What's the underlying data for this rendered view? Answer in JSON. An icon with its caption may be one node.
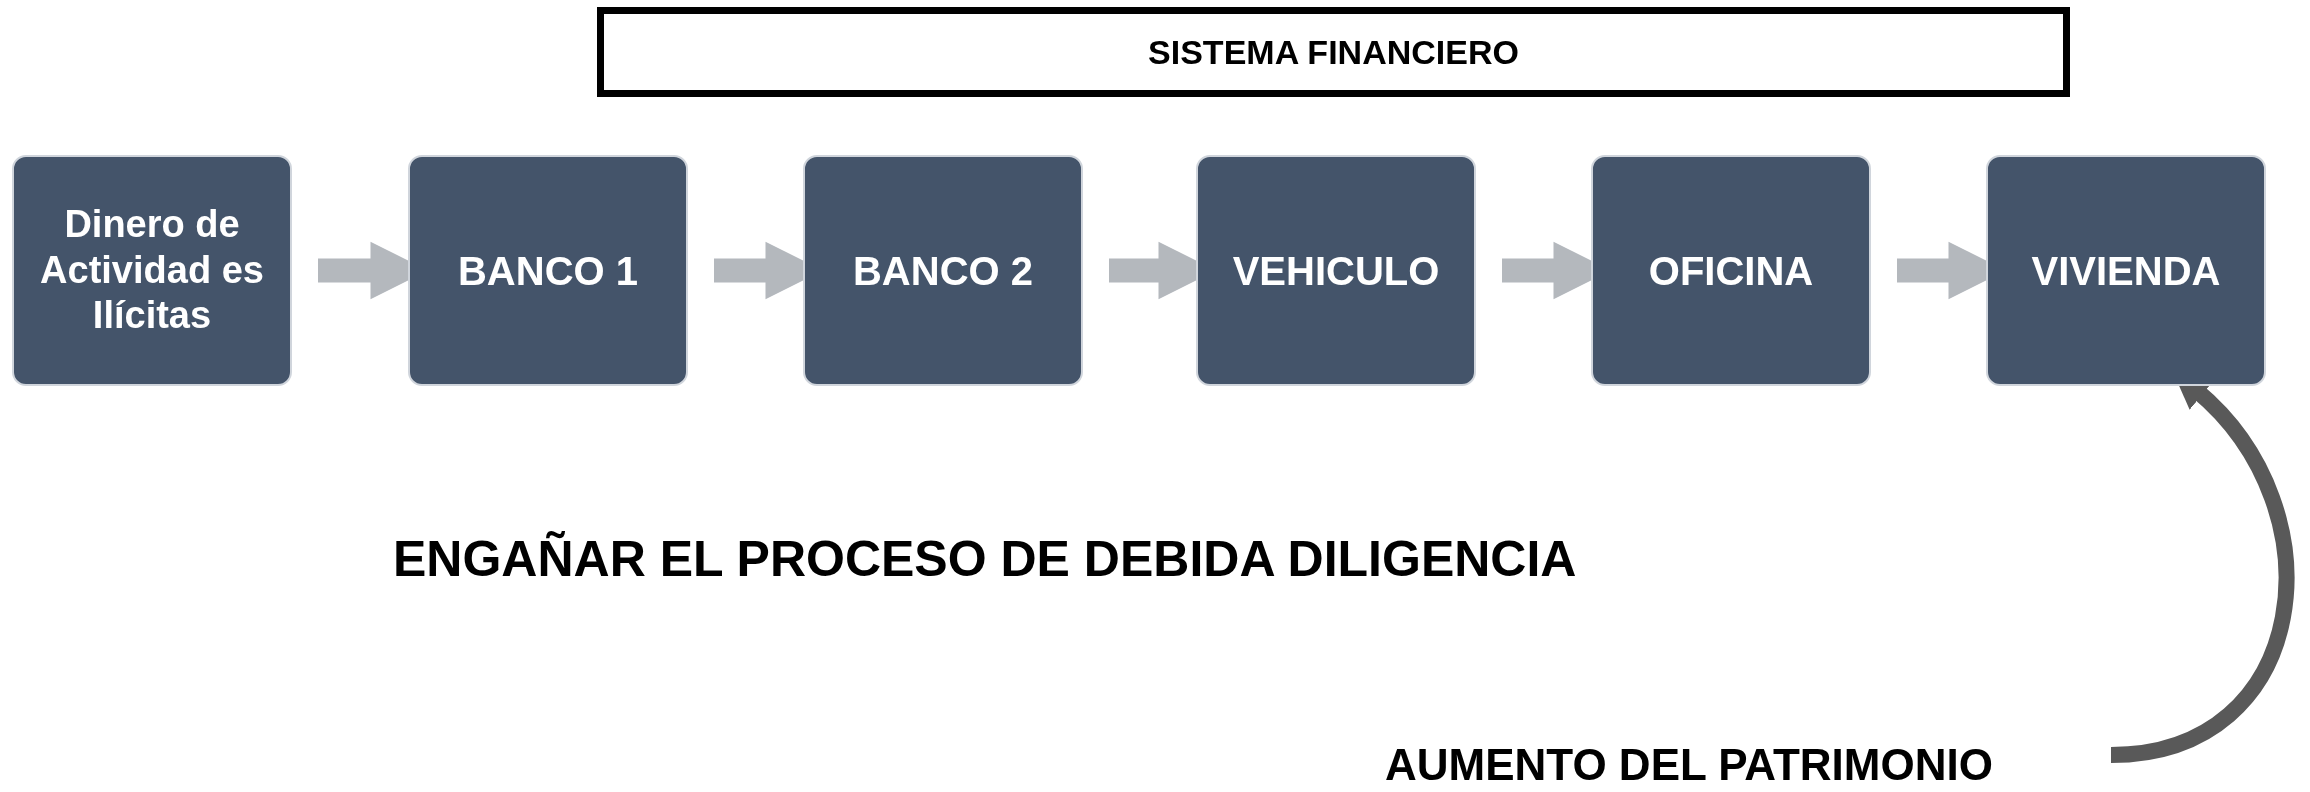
{
  "diagram": {
    "nodes": [
      {
        "text": [
          "SISTEMA FINANCIERO"
        ]
      },
      {
        "text": [
          "Dinero de Actividad es Ilícitas"
        ]
      },
      {
        "text": [
          "BANCO 1"
        ]
      },
      {
        "text": [
          "BANCO 2"
        ]
      },
      {
        "text": [
          "VEHICULO"
        ]
      },
      {
        "text": [
          "OFICINA"
        ]
      },
      {
        "text": [
          "VIVIENDA"
        ]
      },
      {
        "text": [
          "AUMENTO DEL PATRIMONIO"
        ]
      }
    ],
    "edges": [
      {
        "from": 1,
        "to": 2,
        "arrow": "to"
      },
      {
        "from": 2,
        "to": 3,
        "arrow": "to"
      },
      {
        "from": 3,
        "to": 4,
        "arrow": "to"
      },
      {
        "from": 4,
        "to": 5,
        "arrow": "to"
      },
      {
        "from": 5,
        "to": 6,
        "arrow": "to"
      },
      {
        "from": 7,
        "to": 6,
        "arrow": "to",
        "color": "#595959"
      }
    ],
    "labels": [
      "ENGAÑAR EL PROCESO DE DEBIDA DILIGENCIA"
    ]
  }
}
